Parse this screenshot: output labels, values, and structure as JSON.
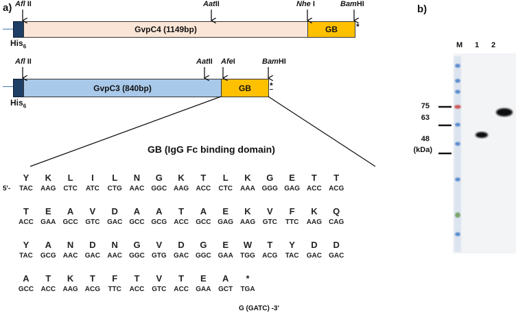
{
  "panel_a": {
    "label": "a)",
    "construct1": {
      "his_label": "His",
      "his_sub": "6",
      "body_label": "GvpC4 (1149bp)",
      "tag_label": "GB",
      "star": "*",
      "sites": [
        {
          "name_italic": "Afl",
          "name_rest": " II"
        },
        {
          "name_italic": "Aat",
          "name_rest": "II"
        },
        {
          "name_italic": "Nhe",
          "name_rest": " I"
        },
        {
          "name_italic": "Bam",
          "name_rest": "HI"
        }
      ]
    },
    "construct2": {
      "his_label": "His",
      "his_sub": "6",
      "body_label": "GvpC3 (840bp)",
      "tag_label": "GB",
      "star": "*",
      "sites": [
        {
          "name_italic": "Afl",
          "name_rest": " II"
        },
        {
          "name_italic": "Aat",
          "name_rest": "II"
        },
        {
          "name_italic": "Afe",
          "name_rest": "I"
        },
        {
          "name_italic": "Bam",
          "name_rest": "HI"
        }
      ]
    },
    "sequence": {
      "title": "GB (IgG Fc binding domain)",
      "five_prime": "5'-",
      "rows": [
        {
          "aa": [
            "Y",
            "K",
            "L",
            "I",
            "L",
            "N",
            "G",
            "K",
            "T",
            "L",
            "K",
            "G",
            "E",
            "T",
            "T"
          ],
          "codons": [
            "TAC",
            "AAG",
            "CTC",
            "ATC",
            "CTG",
            "AAC",
            "GGC",
            "AAG",
            "ACC",
            "CTC",
            "AAA",
            "GGG",
            "GAG",
            "ACC",
            "ACG"
          ]
        },
        {
          "aa": [
            "T",
            "E",
            "A",
            "V",
            "D",
            "A",
            "A",
            "T",
            "A",
            "E",
            "K",
            "V",
            "F",
            "K",
            "Q"
          ],
          "codons": [
            "ACC",
            "GAA",
            "GCC",
            "GTC",
            "GAC",
            "GCC",
            "GCG",
            "ACC",
            "GCC",
            "GAG",
            "AAG",
            "GTC",
            "TTC",
            "AAG",
            "CAG"
          ]
        },
        {
          "aa": [
            "Y",
            "A",
            "N",
            "D",
            "N",
            "G",
            "V",
            "D",
            "G",
            "E",
            "W",
            "T",
            "Y",
            "D",
            "D"
          ],
          "codons": [
            "TAC",
            "GCG",
            "AAC",
            "GAC",
            "AAC",
            "GGC",
            "GTG",
            "GAC",
            "GGC",
            "GAA",
            "TGG",
            "ACG",
            "TAC",
            "GAC",
            "GAC"
          ]
        },
        {
          "aa": [
            "A",
            "T",
            "K",
            "T",
            "F",
            "T",
            "V",
            "T",
            "E",
            "A",
            "*"
          ],
          "codons": [
            "GCC",
            "ACC",
            "AAG",
            "ACG",
            "TTC",
            "ACC",
            "GTC",
            "ACC",
            "GAA",
            "GCT",
            "TGA"
          ]
        }
      ],
      "tail": "G (GATC) -3'"
    }
  },
  "panel_b": {
    "label": "b)",
    "lanes": [
      "M",
      "1",
      "2"
    ],
    "markers": [
      "75",
      "63",
      "48"
    ],
    "unit": "(kDa)"
  },
  "colors": {
    "his": "#1f3f66",
    "gvpc4": "#fbe5d6",
    "gvpc3": "#a9c9ea",
    "gb": "#ffc000"
  }
}
